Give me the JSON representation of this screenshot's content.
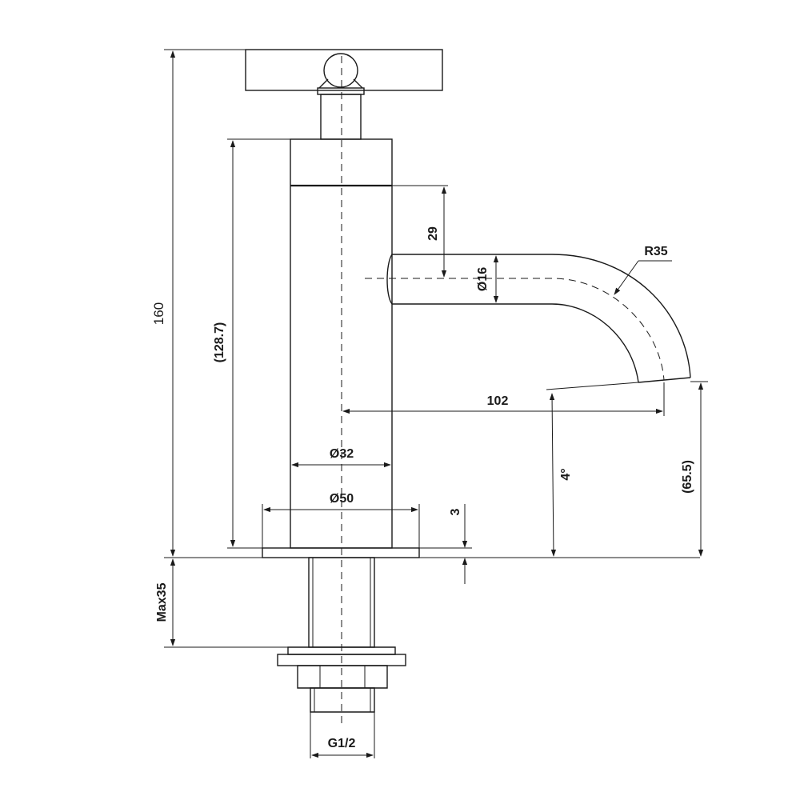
{
  "drawing": {
    "dimensions": {
      "overall_height": "160",
      "body_height": "(128.7)",
      "spout_offset": "29",
      "spout_diameter": "Ø16",
      "bend_radius": "R35",
      "spout_reach": "102",
      "angle": "4°",
      "spout_height": "(65.5)",
      "body_diameter": "Ø32",
      "base_diameter": "Ø50",
      "base_thickness": "3",
      "max_mount": "Max35",
      "thread": "G1/2"
    }
  },
  "colors": {
    "line": "#1a1a1a",
    "background": "#ffffff"
  }
}
